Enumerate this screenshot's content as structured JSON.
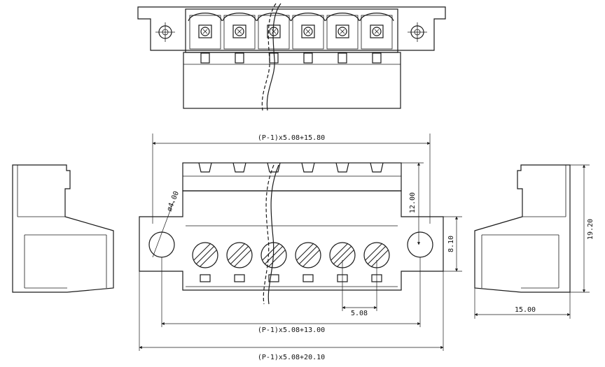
{
  "dimensions": {
    "overall_length": "(P-1)x5.08+20.10",
    "hole_span": "(P-1)x5.08+13.00",
    "flange_length": "(P-1)x5.08+15.80",
    "pitch": "5.08",
    "height_12": "12.00",
    "height_8_10": "8.10",
    "height_19_20": "19.20",
    "depth_15": "15.00",
    "hole_dia": "ø4.00"
  },
  "colors": {
    "stroke": "#1a1a1a",
    "background": "#ffffff"
  }
}
